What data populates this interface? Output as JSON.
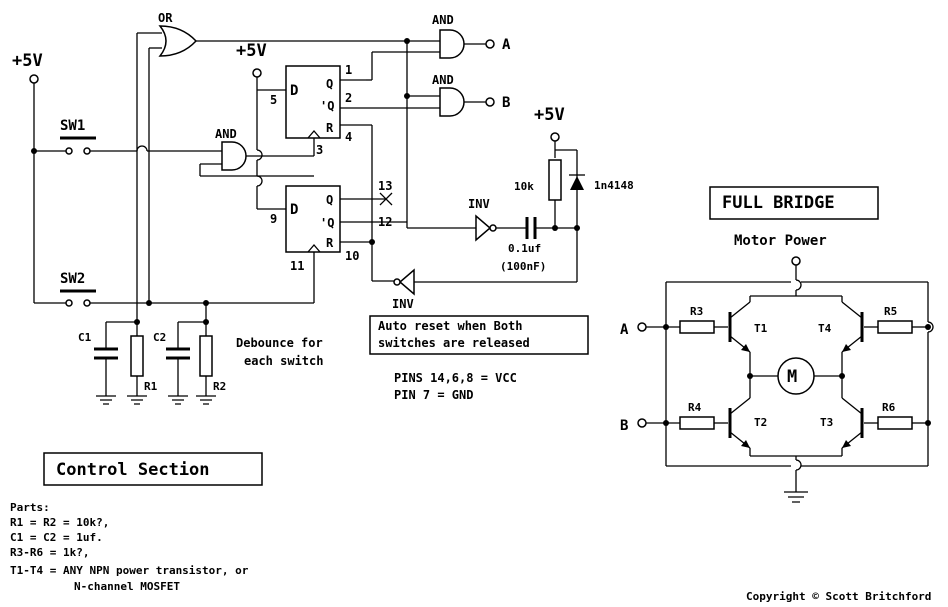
{
  "supply_labels": {
    "vcc_left": "+5V",
    "vcc_ff": "+5V",
    "vcc_reset": "+5V"
  },
  "switches": {
    "sw1": "SW1",
    "sw2": "SW2"
  },
  "gates": {
    "or": "OR",
    "and_a": "AND",
    "and_b": "AND",
    "and_mid": "AND",
    "inv_top": "INV",
    "inv_bottom": "INV"
  },
  "outputs": {
    "a": "A",
    "b": "B"
  },
  "flipflops": {
    "top": {
      "d": "D",
      "q": "Q",
      "qbar": "'Q",
      "r": "R"
    },
    "bottom": {
      "d": "D",
      "q": "Q",
      "qbar": "'Q",
      "r": "R"
    }
  },
  "pins": {
    "p1": "1",
    "p2": "2",
    "p3": "3",
    "p4": "4",
    "p5": "5",
    "p9": "9",
    "p10": "10",
    "p11": "11",
    "p12": "12",
    "p13": "13"
  },
  "components": {
    "c1": "C1",
    "c2": "C2",
    "r1": "R1",
    "r2": "R2",
    "r10k": "10k",
    "diode": "1n4148",
    "cap_line1": "0.1uf",
    "cap_line2": "(100nF)"
  },
  "notes": {
    "debounce_line1": "Debounce for",
    "debounce_line2": "each switch",
    "auto_reset_line1": "Auto reset when Both",
    "auto_reset_line2": "switches are released",
    "pins_vcc": "PINS 14,6,8 = VCC",
    "pins_gnd": "PIN 7 = GND"
  },
  "section_titles": {
    "control": "Control Section",
    "full_bridge": "FULL BRIDGE",
    "motor_power": "Motor Power"
  },
  "bridge": {
    "in_a": "A",
    "in_b": "B",
    "r3": "R3",
    "r4": "R4",
    "r5": "R5",
    "r6": "R6",
    "t1": "T1",
    "t2": "T2",
    "t3": "T3",
    "t4": "T4",
    "motor": "M"
  },
  "parts": {
    "heading": "Parts:",
    "line1": "R1 = R2 = 10k?,",
    "line2": "C1 = C2 = 1uf.",
    "line3": "R3-R6 = 1k?,",
    "line4": "T1-T4 = ANY NPN power transistor, or",
    "line5": "N-channel MOSFET"
  },
  "copyright": "Copyright © Scott Britchford"
}
